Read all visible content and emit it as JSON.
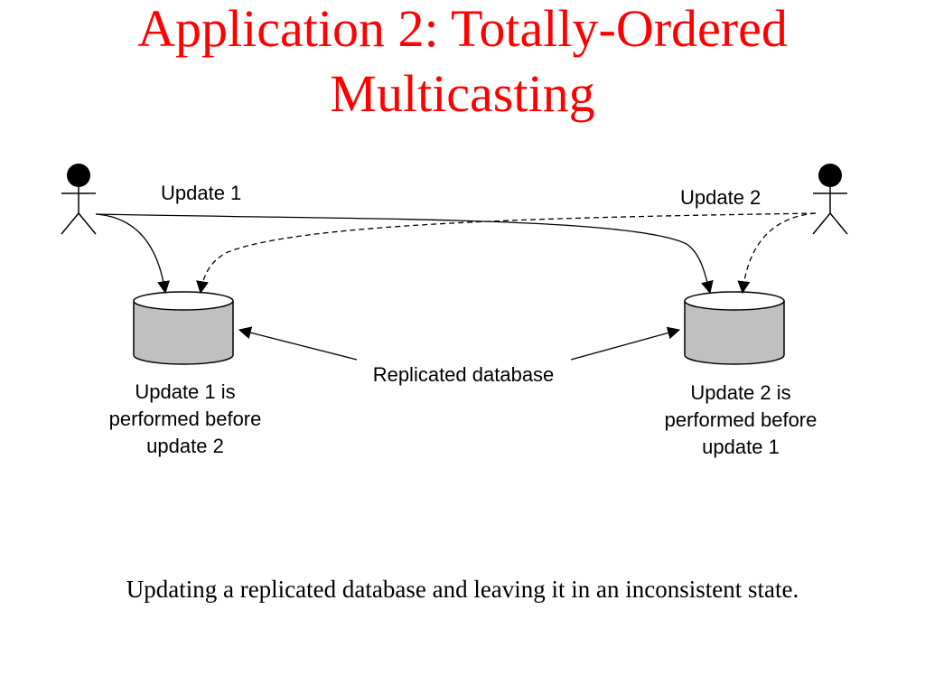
{
  "slide": {
    "title_line_1": "Application 2: Totally-Ordered",
    "title_line_2": "Multicasting",
    "caption": "Updating a replicated database and leaving it in an inconsistent state."
  },
  "diagram": {
    "update_1_label": "Update 1",
    "update_2_label": "Update 2",
    "replicated_label": "Replicated database",
    "left_db_caption": [
      "Update 1 is",
      "performed before",
      "update 2"
    ],
    "right_db_caption": [
      "Update 2 is",
      "performed before",
      "update 1"
    ]
  },
  "colors": {
    "title": "#ff0000",
    "database_fill": "#c0c0c0",
    "ink": "#000000"
  }
}
